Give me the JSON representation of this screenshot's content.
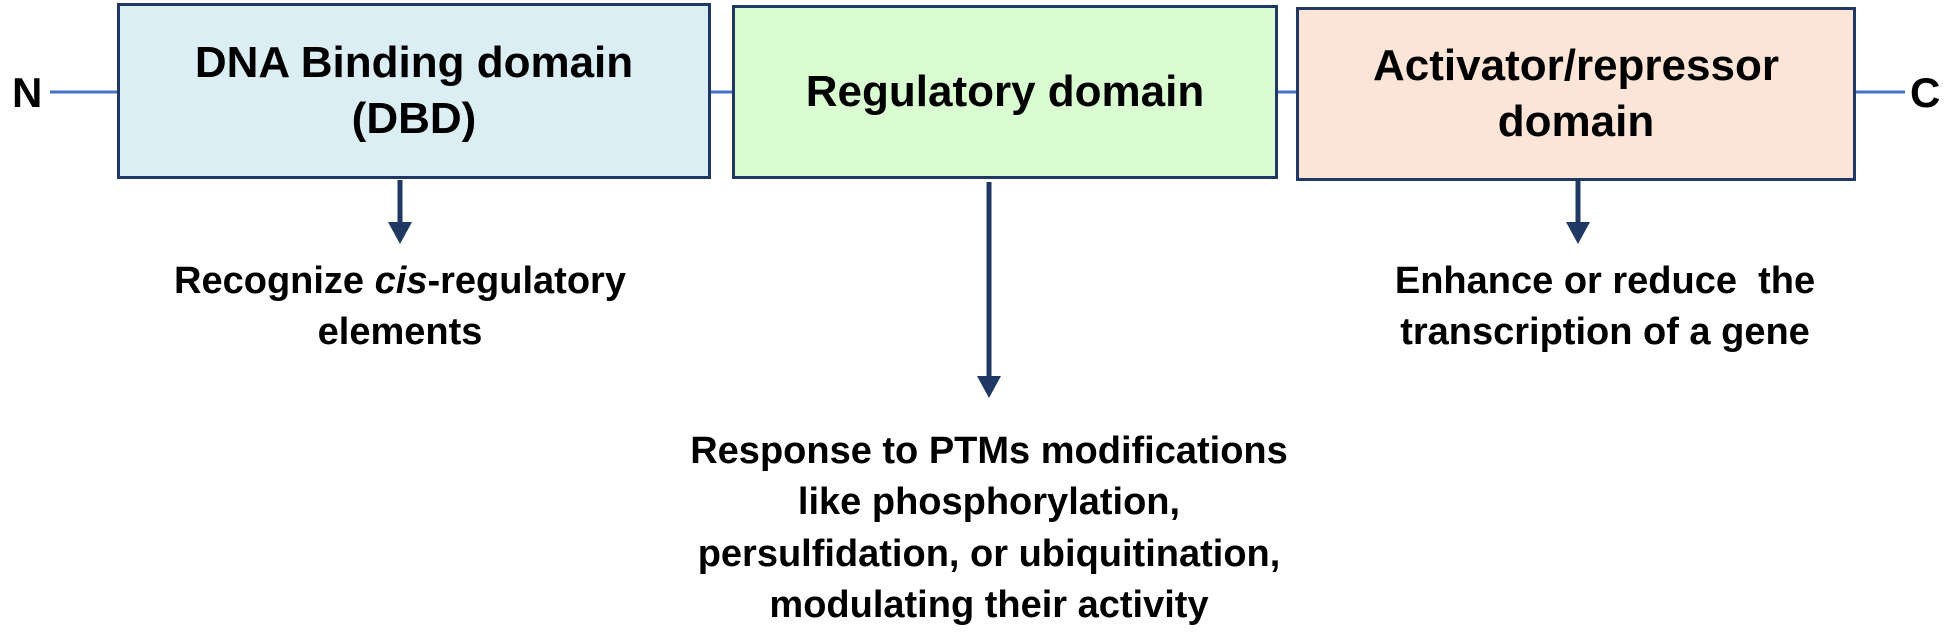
{
  "terminals": {
    "n": "N",
    "c": "C"
  },
  "domains": [
    {
      "lines": [
        "DNA Binding domain",
        "(DBD)"
      ],
      "fill": "#dbeef4"
    },
    {
      "lines": [
        "Regulatory domain"
      ],
      "fill": "#d9fdd0"
    },
    {
      "lines": [
        "Activator/repressor",
        "domain"
      ],
      "fill": "#fce4d6"
    }
  ],
  "descriptions": {
    "dbd": {
      "line1_prefix": "Recognize ",
      "line1_italic": "cis",
      "line1_suffix": "-regulatory",
      "line2": "elements"
    },
    "regulatory": {
      "lines": [
        "Response to PTMs modifications",
        "like phosphorylation,",
        "persulfidation, or ubiquitination,",
        "modulating their activity"
      ]
    },
    "activator": {
      "lines": [
        "Enhance or reduce  the",
        "transcription of a gene"
      ]
    }
  },
  "colors": {
    "connector_line": "#4472c4",
    "box_border": "#1f3864",
    "arrow": "#1f3864"
  }
}
